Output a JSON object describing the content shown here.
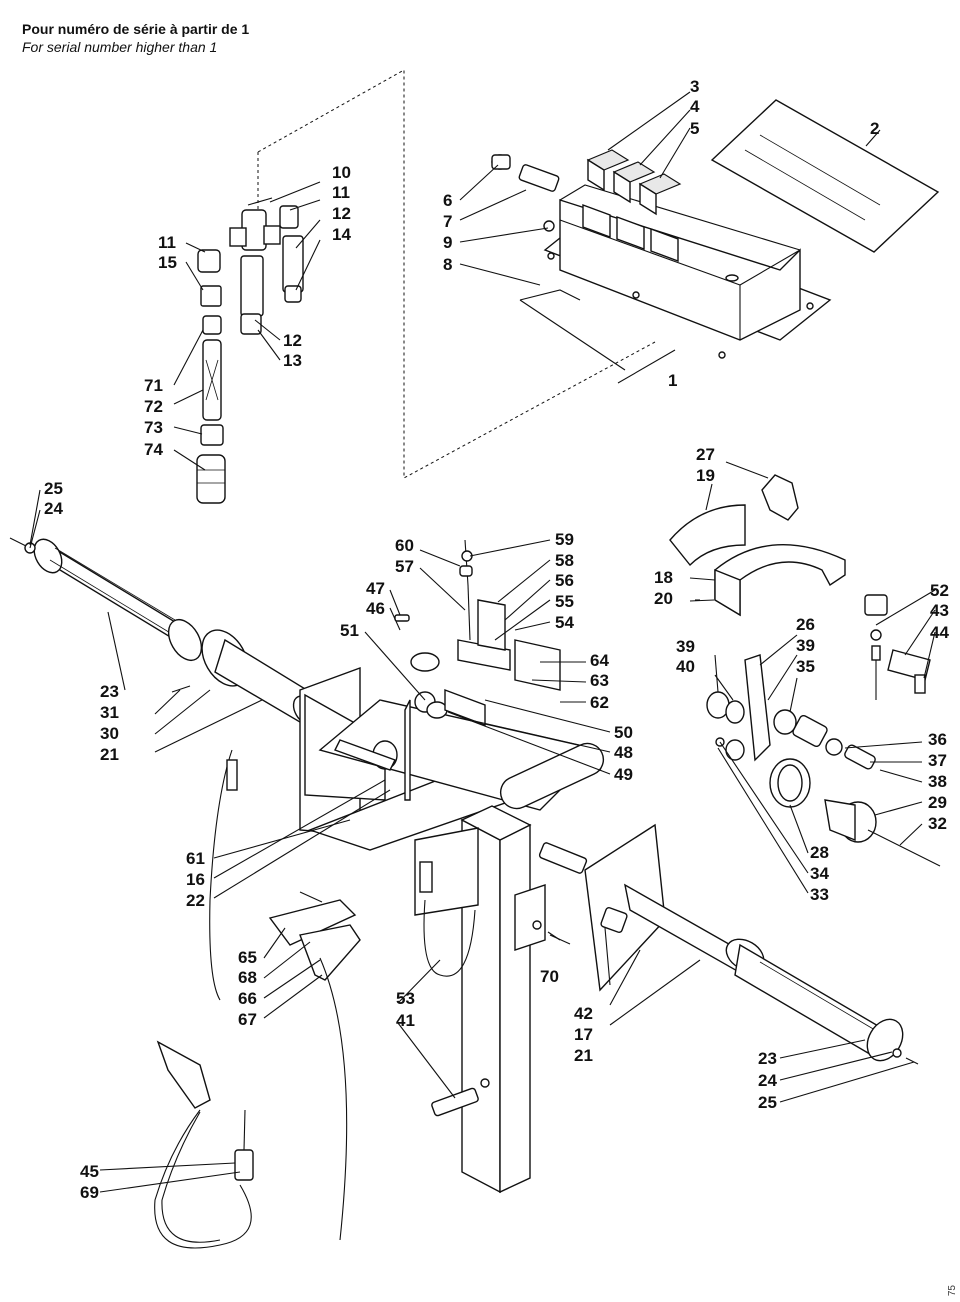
{
  "header": {
    "line_fr": "Pour numéro de série à partir de 1",
    "line_en": "For serial number higher than 1"
  },
  "page_ref": "75",
  "callouts": {
    "n1": "1",
    "n2": "2",
    "n3": "3",
    "n4": "4",
    "n5": "5",
    "n6": "6",
    "n7": "7",
    "n8": "8",
    "n9": "9",
    "n10": "10",
    "n11a": "11",
    "n11b": "11",
    "n12a": "12",
    "n12b": "12",
    "n13": "13",
    "n14": "14",
    "n15": "15",
    "n16": "16",
    "n17": "17",
    "n18": "18",
    "n19": "19",
    "n20": "20",
    "n21a": "21",
    "n21b": "21",
    "n22": "22",
    "n23a": "23",
    "n23b": "23",
    "n24a": "24",
    "n24b": "24",
    "n25a": "25",
    "n25b": "25",
    "n26": "26",
    "n27": "27",
    "n28": "28",
    "n29": "29",
    "n30": "30",
    "n31": "31",
    "n32": "32",
    "n33": "33",
    "n34": "34",
    "n35": "35",
    "n36": "36",
    "n37": "37",
    "n38": "38",
    "n39a": "39",
    "n39b": "39",
    "n40": "40",
    "n41": "41",
    "n42": "42",
    "n43": "43",
    "n44": "44",
    "n45": "45",
    "n46": "46",
    "n47": "47",
    "n48": "48",
    "n49": "49",
    "n50": "50",
    "n51": "51",
    "n52": "52",
    "n53": "53",
    "n54": "54",
    "n55": "55",
    "n56": "56",
    "n57": "57",
    "n58": "58",
    "n59": "59",
    "n60": "60",
    "n61": "61",
    "n62": "62",
    "n63": "63",
    "n64": "64",
    "n65": "65",
    "n66": "66",
    "n67": "67",
    "n68": "68",
    "n69": "69",
    "n70": "70",
    "n71": "71",
    "n72": "72",
    "n73": "73",
    "n74": "74"
  }
}
